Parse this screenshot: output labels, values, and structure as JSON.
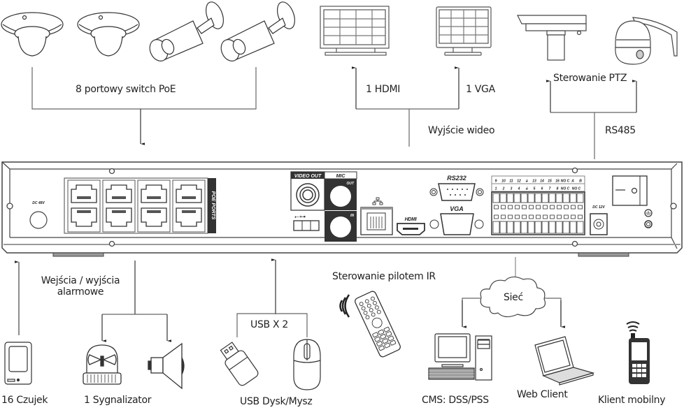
{
  "labels": {
    "poe_switch": "8 portowy switch PoE",
    "hdmi": "1 HDMI",
    "vga": "1 VGA",
    "video_out": "Wyjście wideo",
    "ptz_control": "Sterowanie PTZ",
    "rs485": "RS485",
    "alarm_io_line1": "Wejścia / wyjścia",
    "alarm_io_line2": "alarmowe",
    "usb_x2": "USB X 2",
    "ir_remote": "Sterowanie pilotem IR",
    "network": "Sieć",
    "sensors": "16 Czujek",
    "siren": "1 Sygnalizator",
    "usb_devices": "USB Dysk/Mysz",
    "cms": "CMS: DSS/PSS",
    "web_client": "Web Client",
    "mobile_client": "Klient mobilny"
  },
  "dvr_panel": {
    "dc48v": "DC 48V",
    "poe_ports": "POE PORTS",
    "video_out": "VIDEO OUT",
    "mic": "MIC",
    "mic_out": "OUT",
    "mic_in": "IN",
    "hdmi": "HDMI",
    "rs232": "RS232",
    "vga": "VGA",
    "dc12v": "DC 12V",
    "alarm_top_row": [
      "9",
      "10",
      "11",
      "12",
      "⏚",
      "13",
      "14",
      "15",
      "16",
      "NO C",
      "A",
      "B"
    ],
    "alarm_bottom_row": [
      "1",
      "2",
      "3",
      "4",
      "⏚",
      "5",
      "6",
      "7",
      "8",
      "NO C",
      "NO C"
    ]
  }
}
